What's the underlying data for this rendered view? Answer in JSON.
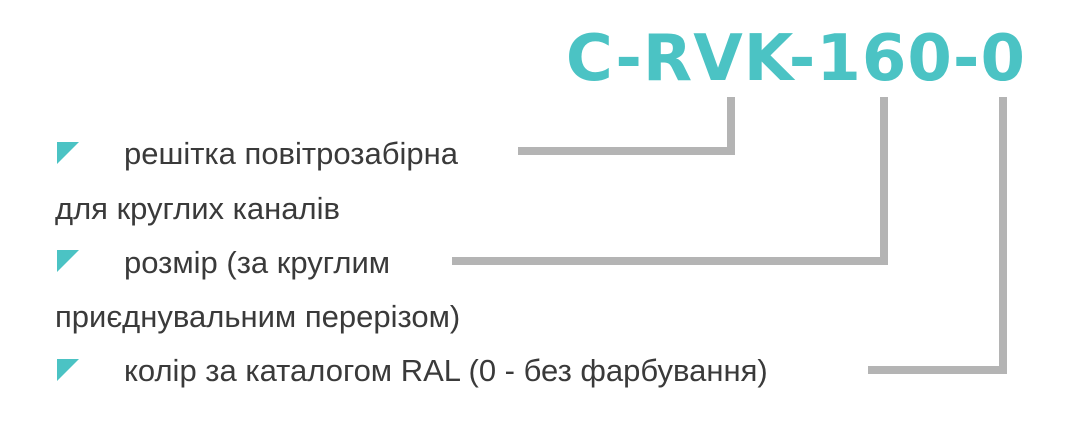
{
  "code": "C-RVK-160-0",
  "accent_color": "#4bc3c4",
  "connector_color": "#b4b4b4",
  "items": [
    {
      "line1": "решітка повітрозабірна",
      "line2": "для круглих каналів"
    },
    {
      "line1": "розмір (за круглим",
      "line2": "приєднувальним перерізом)"
    },
    {
      "line1": "колір за каталогом RAL (0 - без фарбування)",
      "line2": ""
    }
  ]
}
